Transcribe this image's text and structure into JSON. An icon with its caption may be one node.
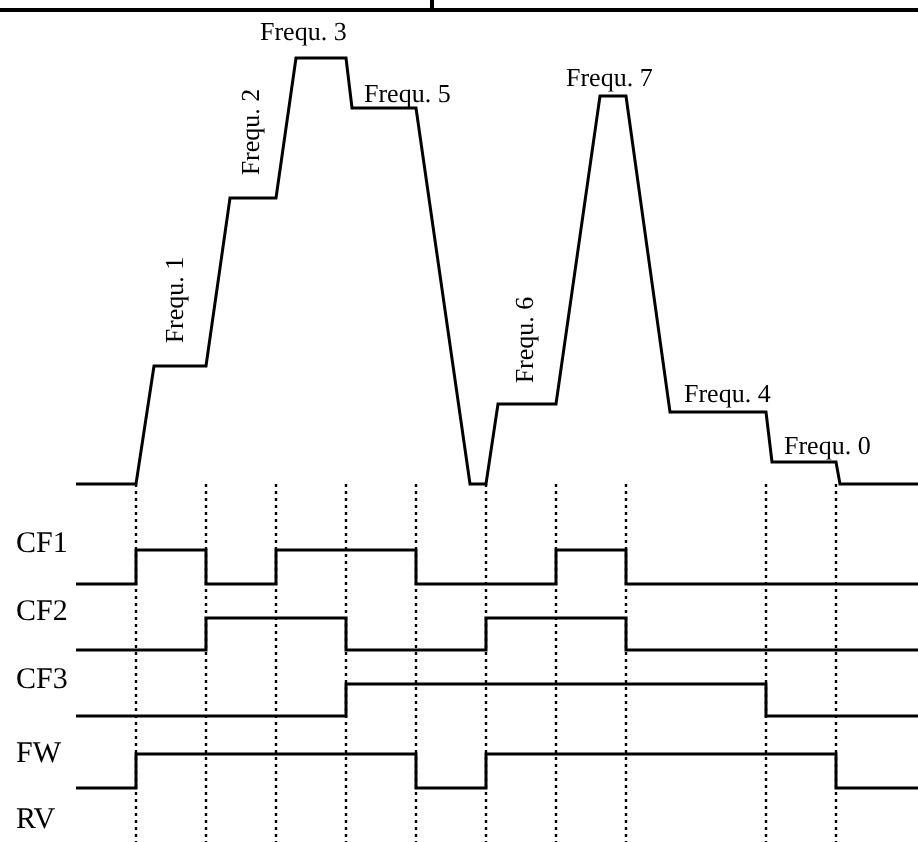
{
  "diagram": {
    "labels": [
      "Frequ. 1",
      "Frequ. 2",
      "Frequ. 3",
      "Frequ. 5",
      "Frequ. 6",
      "Frequ. 7",
      "Frequ. 4",
      "Frequ. 0",
      "CF1",
      "CF2",
      "CF3",
      "FW",
      "RV"
    ]
  }
}
